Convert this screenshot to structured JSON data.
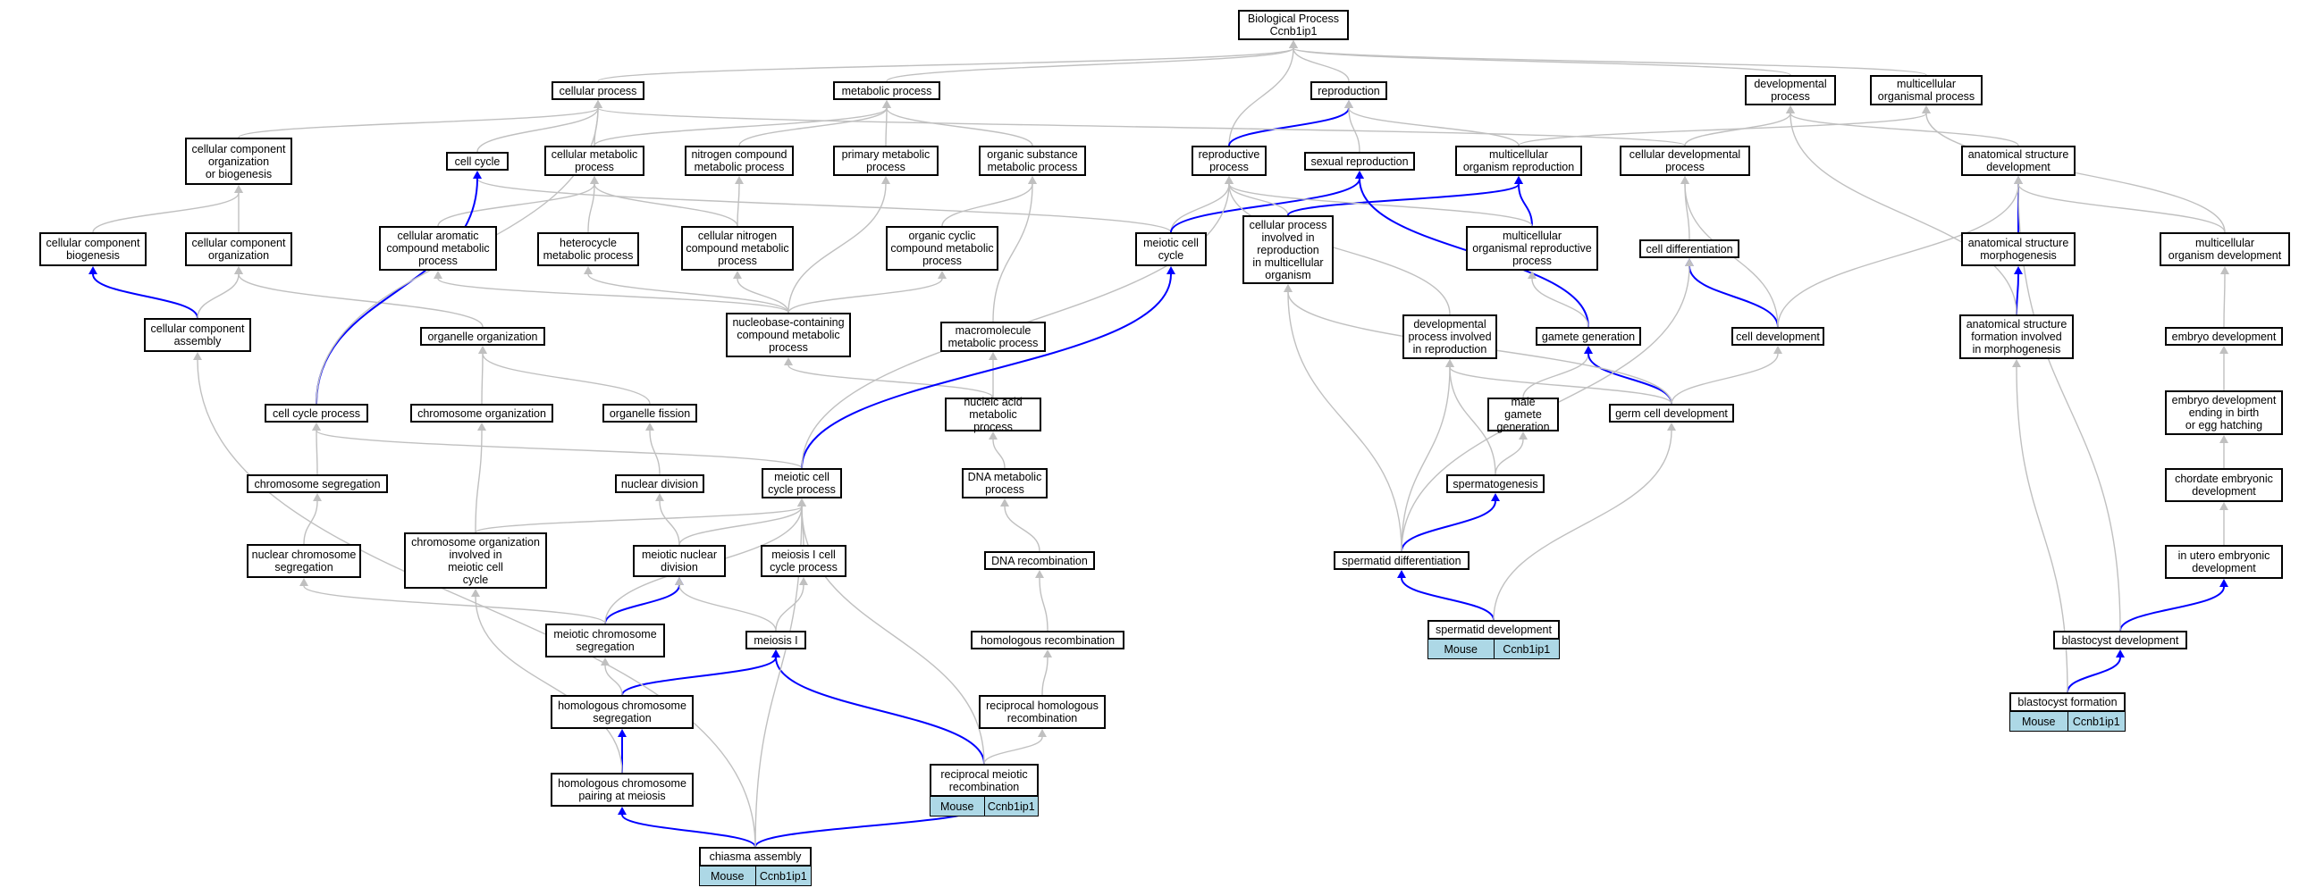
{
  "colors": {
    "grey_edge": "#c0c0c0",
    "blue_edge": "#0000ff",
    "annotation_fill": "#add8e6"
  },
  "annotation": {
    "organism": "Mouse",
    "gene": "Ccnb1ip1"
  },
  "nodes": {
    "bp": "Biological Process\nCcnb1ip1",
    "cellular_process": "cellular process",
    "metabolic_process": "metabolic process",
    "reproduction": "reproduction",
    "developmental_process": "developmental\nprocess",
    "multicellular_organismal_process": "multicellular\norganismal process",
    "ccob": "cellular component\norganization\nor biogenesis",
    "cell_cycle": "cell cycle",
    "cellular_metabolic_process": "cellular metabolic\nprocess",
    "nitrogen_compound_metabolic": "nitrogen compound\nmetabolic process",
    "primary_metabolic": "primary metabolic\nprocess",
    "organic_substance_metabolic": "organic substance\nmetabolic process",
    "reproductive_process": "reproductive\nprocess",
    "sexual_reproduction": "sexual reproduction",
    "multicellular_organism_reproduction": "multicellular\norganism reproduction",
    "cellular_developmental_process": "cellular developmental\nprocess",
    "anatomical_structure_development": "anatomical structure\ndevelopment",
    "cc_biogenesis": "cellular component\nbiogenesis",
    "cc_organization": "cellular component\norganization",
    "cellular_aromatic": "cellular aromatic\ncompound metabolic\nprocess",
    "heterocycle_metabolic": "heterocycle\nmetabolic process",
    "cellular_nitrogen": "cellular nitrogen\ncompound metabolic\nprocess",
    "organic_cyclic": "organic cyclic\ncompound metabolic\nprocess",
    "meiotic_cell_cycle": "meiotic cell\ncycle",
    "cp_in_reproduction": "cellular process\ninvolved in\nreproduction\nin multicellular\norganism",
    "multicellular_reproductive_process": "multicellular\norganismal reproductive\nprocess",
    "cell_differentiation": "cell differentiation",
    "anatomical_structure_morphogenesis": "anatomical structure\nmorphogenesis",
    "multicellular_organism_development": "multicellular\norganism development",
    "cc_assembly": "cellular component\nassembly",
    "organelle_organization": "organelle organization",
    "nucleobase": "nucleobase-containing\ncompound metabolic\nprocess",
    "macromolecule_metabolic": "macromolecule\nmetabolic process",
    "dev_process_reproduction": "developmental\nprocess involved\nin reproduction",
    "gamete_generation": "gamete generation",
    "cell_development": "cell development",
    "asf_morphogenesis": "anatomical structure\nformation involved\nin morphogenesis",
    "embryo_development": "embryo development",
    "cell_cycle_process": "cell cycle process",
    "chromosome_organization": "chromosome organization",
    "organelle_fission": "organelle fission",
    "nucleic_acid_metabolic": "nucleic acid\nmetabolic process",
    "male_gamete_generation": "male gamete\ngeneration",
    "germ_cell_development": "germ cell development",
    "embryo_dev_birth": "embryo development\nending in birth\nor egg hatching",
    "chromosome_segregation": "chromosome segregation",
    "nuclear_division": "nuclear division",
    "meiotic_cell_cycle_process": "meiotic cell\ncycle process",
    "dna_metabolic": "DNA metabolic\nprocess",
    "spermatogenesis": "spermatogenesis",
    "chordate_embryonic": "chordate embryonic\ndevelopment",
    "nuclear_chromosome_segregation": "nuclear chromosome\nsegregation",
    "chromosome_org_meiotic": "chromosome organization\ninvolved in\nmeiotic cell\ncycle",
    "meiotic_nuclear_division": "meiotic nuclear\ndivision",
    "meiosis_i_cell_cycle": "meiosis I cell\ncycle process",
    "dna_recombination": "DNA recombination",
    "spermatid_differentiation": "spermatid differentiation",
    "in_utero": "in utero embryonic\ndevelopment",
    "meiotic_chromosome_segregation": "meiotic chromosome\nsegregation",
    "meiosis_i": "meiosis I",
    "homologous_recombination": "homologous recombination",
    "spermatid_development": "spermatid development",
    "blastocyst_development": "blastocyst development",
    "homologous_chromosome_segregation": "homologous chromosome\nsegregation",
    "reciprocal_homologous_recombination": "reciprocal homologous\nrecombination",
    "blastocyst_formation": "blastocyst formation",
    "reciprocal_meiotic_recombination": "reciprocal meiotic\nrecombination",
    "homologous_chromosome_pairing": "homologous chromosome\npairing at meiosis",
    "chiasma_assembly": "chiasma assembly"
  },
  "edges": [
    {
      "from": "cellular_process",
      "to": "bp",
      "color": "grey"
    },
    {
      "from": "metabolic_process",
      "to": "bp",
      "color": "grey"
    },
    {
      "from": "reproduction",
      "to": "bp",
      "color": "grey"
    },
    {
      "from": "developmental_process",
      "to": "bp",
      "color": "grey"
    },
    {
      "from": "multicellular_organismal_process",
      "to": "bp",
      "color": "grey"
    },
    {
      "from": "reproductive_process",
      "to": "bp",
      "color": "grey"
    },
    {
      "from": "ccob",
      "to": "cellular_process",
      "color": "grey"
    },
    {
      "from": "cell_cycle",
      "to": "cellular_process",
      "color": "grey"
    },
    {
      "from": "cellular_metabolic_process",
      "to": "cellular_process",
      "color": "grey"
    },
    {
      "from": "cellular_metabolic_process",
      "to": "metabolic_process",
      "color": "grey"
    },
    {
      "from": "nitrogen_compound_metabolic",
      "to": "metabolic_process",
      "color": "grey"
    },
    {
      "from": "primary_metabolic",
      "to": "metabolic_process",
      "color": "grey"
    },
    {
      "from": "organic_substance_metabolic",
      "to": "metabolic_process",
      "color": "grey"
    },
    {
      "from": "reproductive_process",
      "to": "reproduction",
      "color": "blue"
    },
    {
      "from": "sexual_reproduction",
      "to": "reproduction",
      "color": "grey"
    },
    {
      "from": "multicellular_organism_reproduction",
      "to": "reproduction",
      "color": "grey"
    },
    {
      "from": "multicellular_organism_reproduction",
      "to": "multicellular_organismal_process",
      "color": "grey"
    },
    {
      "from": "cellular_developmental_process",
      "to": "developmental_process",
      "color": "grey"
    },
    {
      "from": "cellular_developmental_process",
      "to": "cellular_process",
      "color": "grey"
    },
    {
      "from": "anatomical_structure_development",
      "to": "developmental_process",
      "color": "grey"
    },
    {
      "from": "cc_biogenesis",
      "to": "ccob",
      "color": "grey"
    },
    {
      "from": "cc_organization",
      "to": "ccob",
      "color": "grey"
    },
    {
      "from": "cellular_aromatic",
      "to": "cellular_metabolic_process",
      "color": "grey"
    },
    {
      "from": "heterocycle_metabolic",
      "to": "cellular_metabolic_process",
      "color": "grey"
    },
    {
      "from": "cellular_nitrogen",
      "to": "cellular_metabolic_process",
      "color": "grey"
    },
    {
      "from": "cellular_nitrogen",
      "to": "nitrogen_compound_metabolic",
      "color": "grey"
    },
    {
      "from": "organic_cyclic",
      "to": "organic_substance_metabolic",
      "color": "grey"
    },
    {
      "from": "meiotic_cell_cycle",
      "to": "cell_cycle",
      "color": "grey"
    },
    {
      "from": "meiotic_cell_cycle",
      "to": "reproductive_process",
      "color": "grey"
    },
    {
      "from": "meiotic_cell_cycle",
      "to": "sexual_reproduction",
      "color": "blue"
    },
    {
      "from": "cp_in_reproduction",
      "to": "reproductive_process",
      "color": "grey"
    },
    {
      "from": "cp_in_reproduction",
      "to": "multicellular_organism_reproduction",
      "color": "blue"
    },
    {
      "from": "multicellular_reproductive_process",
      "to": "multicellular_organism_reproduction",
      "color": "blue"
    },
    {
      "from": "multicellular_reproductive_process",
      "to": "reproductive_process",
      "color": "grey"
    },
    {
      "from": "cell_differentiation",
      "to": "cellular_developmental_process",
      "color": "grey"
    },
    {
      "from": "anatomical_structure_morphogenesis",
      "to": "anatomical_structure_development",
      "color": "blue"
    },
    {
      "from": "multicellular_organism_development",
      "to": "anatomical_structure_development",
      "color": "grey"
    },
    {
      "from": "multicellular_organism_development",
      "to": "multicellular_organismal_process",
      "color": "grey"
    },
    {
      "from": "cc_assembly",
      "to": "cc_biogenesis",
      "color": "blue"
    },
    {
      "from": "cc_assembly",
      "to": "cc_organization",
      "color": "grey"
    },
    {
      "from": "organelle_organization",
      "to": "cc_organization",
      "color": "grey"
    },
    {
      "from": "nucleobase",
      "to": "cellular_aromatic",
      "color": "grey"
    },
    {
      "from": "nucleobase",
      "to": "heterocycle_metabolic",
      "color": "grey"
    },
    {
      "from": "nucleobase",
      "to": "cellular_nitrogen",
      "color": "grey"
    },
    {
      "from": "nucleobase",
      "to": "organic_cyclic",
      "color": "grey"
    },
    {
      "from": "nucleobase",
      "to": "primary_metabolic",
      "color": "grey"
    },
    {
      "from": "macromolecule_metabolic",
      "to": "organic_substance_metabolic",
      "color": "grey"
    },
    {
      "from": "dev_process_reproduction",
      "to": "reproductive_process",
      "color": "grey"
    },
    {
      "from": "gamete_generation",
      "to": "sexual_reproduction",
      "color": "blue"
    },
    {
      "from": "gamete_generation",
      "to": "multicellular_reproductive_process",
      "color": "grey"
    },
    {
      "from": "cell_development",
      "to": "cell_differentiation",
      "color": "blue"
    },
    {
      "from": "cell_development",
      "to": "cellular_developmental_process",
      "color": "grey"
    },
    {
      "from": "cell_development",
      "to": "anatomical_structure_development",
      "color": "grey"
    },
    {
      "from": "asf_morphogenesis",
      "to": "anatomical_structure_morphogenesis",
      "color": "blue"
    },
    {
      "from": "asf_morphogenesis",
      "to": "developmental_process",
      "color": "grey"
    },
    {
      "from": "embryo_development",
      "to": "multicellular_organism_development",
      "color": "grey"
    },
    {
      "from": "cell_cycle_process",
      "to": "cell_cycle",
      "color": "blue"
    },
    {
      "from": "cell_cycle_process",
      "to": "cellular_process",
      "color": "grey"
    },
    {
      "from": "chromosome_organization",
      "to": "organelle_organization",
      "color": "grey"
    },
    {
      "from": "organelle_fission",
      "to": "organelle_organization",
      "color": "grey"
    },
    {
      "from": "nucleic_acid_metabolic",
      "to": "nucleobase",
      "color": "grey"
    },
    {
      "from": "nucleic_acid_metabolic",
      "to": "macromolecule_metabolic",
      "color": "grey"
    },
    {
      "from": "male_gamete_generation",
      "to": "gamete_generation",
      "color": "grey"
    },
    {
      "from": "germ_cell_development",
      "to": "gamete_generation",
      "color": "blue"
    },
    {
      "from": "germ_cell_development",
      "to": "cell_development",
      "color": "grey"
    },
    {
      "from": "germ_cell_development",
      "to": "cp_in_reproduction",
      "color": "grey"
    },
    {
      "from": "germ_cell_development",
      "to": "dev_process_reproduction",
      "color": "grey"
    },
    {
      "from": "embryo_dev_birth",
      "to": "embryo_development",
      "color": "grey"
    },
    {
      "from": "chromosome_segregation",
      "to": "cell_cycle_process",
      "color": "grey"
    },
    {
      "from": "nuclear_division",
      "to": "organelle_fission",
      "color": "grey"
    },
    {
      "from": "meiotic_cell_cycle_process",
      "to": "cell_cycle_process",
      "color": "grey"
    },
    {
      "from": "meiotic_cell_cycle_process",
      "to": "meiotic_cell_cycle",
      "color": "blue"
    },
    {
      "from": "meiotic_cell_cycle_process",
      "to": "reproductive_process",
      "color": "grey"
    },
    {
      "from": "dna_metabolic",
      "to": "nucleic_acid_metabolic",
      "color": "grey"
    },
    {
      "from": "spermatogenesis",
      "to": "male_gamete_generation",
      "color": "grey"
    },
    {
      "from": "spermatogenesis",
      "to": "dev_process_reproduction",
      "color": "grey"
    },
    {
      "from": "chordate_embryonic",
      "to": "embryo_dev_birth",
      "color": "grey"
    },
    {
      "from": "nuclear_chromosome_segregation",
      "to": "chromosome_segregation",
      "color": "grey"
    },
    {
      "from": "chromosome_org_meiotic",
      "to": "chromosome_organization",
      "color": "grey"
    },
    {
      "from": "chromosome_org_meiotic",
      "to": "meiotic_cell_cycle_process",
      "color": "grey"
    },
    {
      "from": "meiotic_nuclear_division",
      "to": "nuclear_division",
      "color": "grey"
    },
    {
      "from": "meiotic_nuclear_division",
      "to": "meiotic_cell_cycle_process",
      "color": "grey"
    },
    {
      "from": "meiosis_i_cell_cycle",
      "to": "meiotic_cell_cycle_process",
      "color": "grey"
    },
    {
      "from": "dna_recombination",
      "to": "dna_metabolic",
      "color": "grey"
    },
    {
      "from": "spermatid_differentiation",
      "to": "spermatogenesis",
      "color": "blue"
    },
    {
      "from": "spermatid_differentiation",
      "to": "cell_differentiation",
      "color": "grey"
    },
    {
      "from": "spermatid_differentiation",
      "to": "cp_in_reproduction",
      "color": "grey"
    },
    {
      "from": "spermatid_differentiation",
      "to": "dev_process_reproduction",
      "color": "grey"
    },
    {
      "from": "in_utero",
      "to": "chordate_embryonic",
      "color": "grey"
    },
    {
      "from": "meiotic_chromosome_segregation",
      "to": "meiotic_nuclear_division",
      "color": "blue"
    },
    {
      "from": "meiotic_chromosome_segregation",
      "to": "nuclear_chromosome_segregation",
      "color": "grey"
    },
    {
      "from": "meiotic_chromosome_segregation",
      "to": "meiotic_cell_cycle_process",
      "color": "grey"
    },
    {
      "from": "meiosis_i",
      "to": "meiotic_nuclear_division",
      "color": "grey"
    },
    {
      "from": "meiosis_i",
      "to": "meiosis_i_cell_cycle",
      "color": "grey"
    },
    {
      "from": "homologous_recombination",
      "to": "dna_recombination",
      "color": "grey"
    },
    {
      "from": "spermatid_development",
      "to": "spermatid_differentiation",
      "color": "blue"
    },
    {
      "from": "spermatid_development",
      "to": "germ_cell_development",
      "color": "grey"
    },
    {
      "from": "blastocyst_development",
      "to": "in_utero",
      "color": "blue"
    },
    {
      "from": "blastocyst_development",
      "to": "anatomical_structure_development",
      "color": "grey"
    },
    {
      "from": "homologous_chromosome_segregation",
      "to": "meiosis_i",
      "color": "blue"
    },
    {
      "from": "homologous_chromosome_segregation",
      "to": "meiotic_chromosome_segregation",
      "color": "grey"
    },
    {
      "from": "reciprocal_homologous_recombination",
      "to": "homologous_recombination",
      "color": "grey"
    },
    {
      "from": "blastocyst_formation",
      "to": "blastocyst_development",
      "color": "blue"
    },
    {
      "from": "blastocyst_formation",
      "to": "asf_morphogenesis",
      "color": "grey"
    },
    {
      "from": "reciprocal_meiotic_recombination",
      "to": "meiosis_i",
      "color": "blue"
    },
    {
      "from": "reciprocal_meiotic_recombination",
      "to": "reciprocal_homologous_recombination",
      "color": "grey"
    },
    {
      "from": "reciprocal_meiotic_recombination",
      "to": "meiotic_cell_cycle_process",
      "color": "grey"
    },
    {
      "from": "homologous_chromosome_pairing",
      "to": "homologous_chromosome_segregation",
      "color": "blue"
    },
    {
      "from": "homologous_chromosome_pairing",
      "to": "chromosome_org_meiotic",
      "color": "grey"
    },
    {
      "from": "chiasma_assembly",
      "to": "homologous_chromosome_pairing",
      "color": "blue"
    },
    {
      "from": "chiasma_assembly",
      "to": "reciprocal_meiotic_recombination",
      "color": "blue"
    },
    {
      "from": "chiasma_assembly",
      "to": "cc_assembly",
      "color": "grey"
    },
    {
      "from": "chiasma_assembly",
      "to": "meiotic_cell_cycle_process",
      "color": "grey"
    }
  ]
}
